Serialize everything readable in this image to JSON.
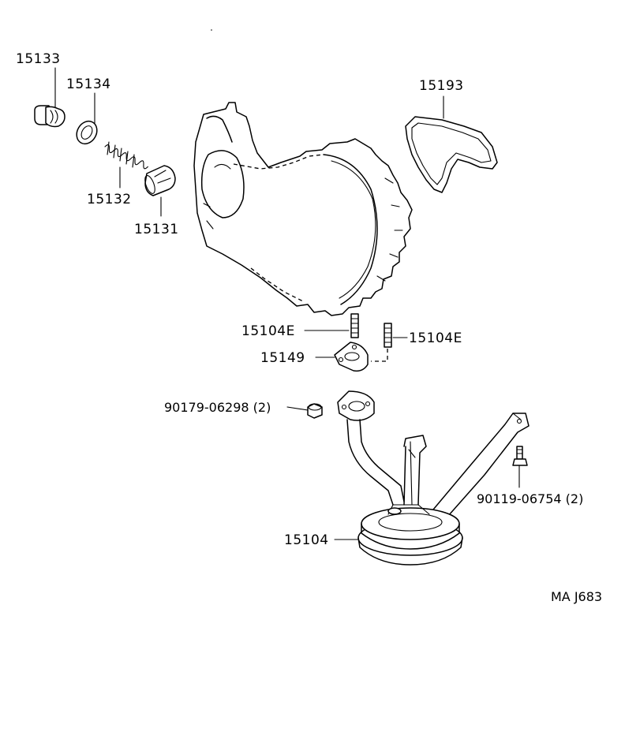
{
  "labels": {
    "p15133": "15133",
    "p15134": "15134",
    "p15132": "15132",
    "p15131": "15131",
    "p15193": "15193",
    "p15104e_left": "15104E",
    "p15104e_right": "15104E",
    "p15149": "15149",
    "p90179": "90179-06298 (2)",
    "p90119": "90119-06754 (2)",
    "p15104": "15104",
    "ref": "MA J683"
  }
}
